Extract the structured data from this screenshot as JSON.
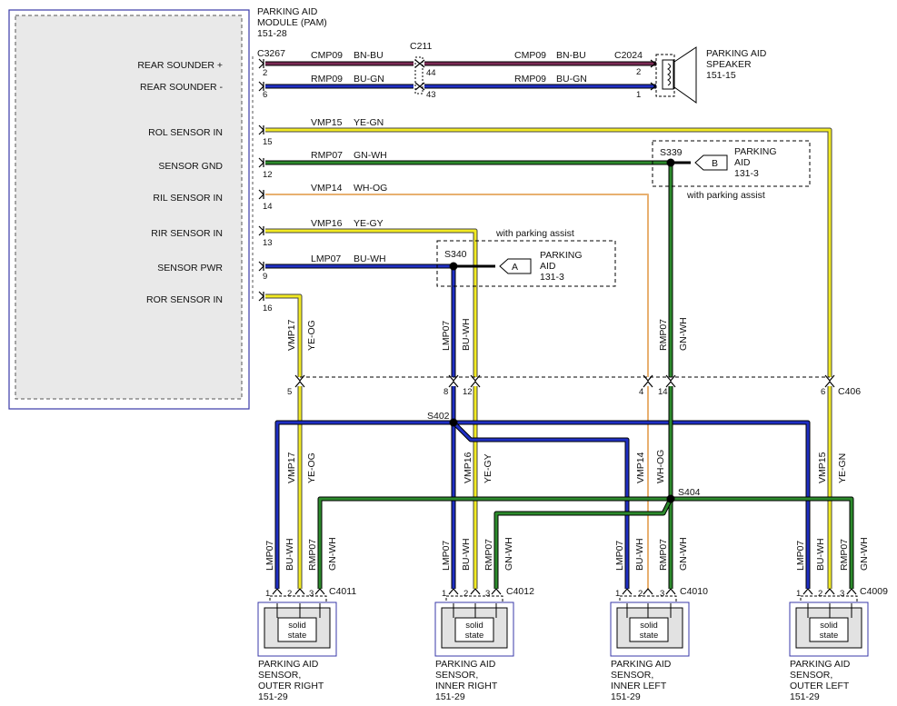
{
  "module": {
    "title_lines": [
      "PARKING AID",
      "MODULE (PAM)",
      "151-28"
    ],
    "pin_labels": {
      "rear_sounder_plus": "REAR SOUNDER +",
      "rear_sounder_minus": "REAR SOUNDER -",
      "rol": "ROL SENSOR IN",
      "gnd": "SENSOR GND",
      "ril": "RIL SENSOR IN",
      "rir": "RIR SENSOR IN",
      "pwr": "SENSOR PWR",
      "ror": "ROR SENSOR IN"
    },
    "pins": {
      "p2": "2",
      "p6": "6",
      "p15": "15",
      "p12": "12",
      "p14": "14",
      "p13": "13",
      "p9": "9",
      "p16": "16"
    }
  },
  "connectors": {
    "c3267": "C3267",
    "c211": "C211",
    "c2024": "C2024",
    "c406": "C406",
    "c4011": "C4011",
    "c4012": "C4012",
    "c4010": "C4010",
    "c4009": "C4009"
  },
  "c211_pins": {
    "p44": "44",
    "p43": "43"
  },
  "c2024_pins": {
    "p2": "2",
    "p1": "1"
  },
  "c406_pins": {
    "p5": "5",
    "p8": "8",
    "p12": "12",
    "p4": "4",
    "p14": "14",
    "p6": "6"
  },
  "circuits": {
    "cmp09": {
      "id": "CMP09",
      "color": "BN-BU"
    },
    "rmp09": {
      "id": "RMP09",
      "color": "BU-GN"
    },
    "vmp15": {
      "id": "VMP15",
      "color": "YE-GN"
    },
    "rmp07": {
      "id": "RMP07",
      "color": "GN-WH"
    },
    "vmp14": {
      "id": "VMP14",
      "color": "WH-OG"
    },
    "vmp16": {
      "id": "VMP16",
      "color": "YE-GY"
    },
    "lmp07": {
      "id": "LMP07",
      "color": "BU-WH"
    },
    "vmp17": {
      "id": "VMP17",
      "color": "YE-OG"
    }
  },
  "speaker": {
    "lines": [
      "PARKING AID",
      "SPEAKER",
      "151-15"
    ]
  },
  "splices": {
    "s339": "S339",
    "s340": "S340",
    "s402": "S402",
    "s404": "S404"
  },
  "refs": {
    "b": {
      "letter": "B",
      "lines": [
        "PARKING",
        "AID",
        "131-3"
      ],
      "note": "with parking assist"
    },
    "a": {
      "letter": "A",
      "lines": [
        "PARKING",
        "AID",
        "131-3"
      ],
      "note": "with parking assist"
    }
  },
  "sensor_pins": {
    "p1": "1",
    "p2": "2",
    "p3": "3"
  },
  "sensors": [
    {
      "state_lines": [
        "solid",
        "state"
      ],
      "name_lines": [
        "PARKING AID",
        "SENSOR,",
        "OUTER RIGHT",
        "151-29"
      ]
    },
    {
      "state_lines": [
        "solid",
        "state"
      ],
      "name_lines": [
        "PARKING AID",
        "SENSOR,",
        "INNER RIGHT",
        "151-29"
      ]
    },
    {
      "state_lines": [
        "solid",
        "state"
      ],
      "name_lines": [
        "PARKING AID",
        "SENSOR,",
        "INNER LEFT",
        "151-29"
      ]
    },
    {
      "state_lines": [
        "solid",
        "state"
      ],
      "name_lines": [
        "PARKING AID",
        "SENSOR,",
        "OUTER LEFT",
        "151-29"
      ]
    }
  ],
  "colors": {
    "brown_blue": "#7a2a55",
    "blue": "#1f2fc4",
    "yellow": "#f2ea22",
    "green": "#2c8a2c",
    "white_orange": "#e8b070",
    "module_border": "#3a3aa8"
  }
}
